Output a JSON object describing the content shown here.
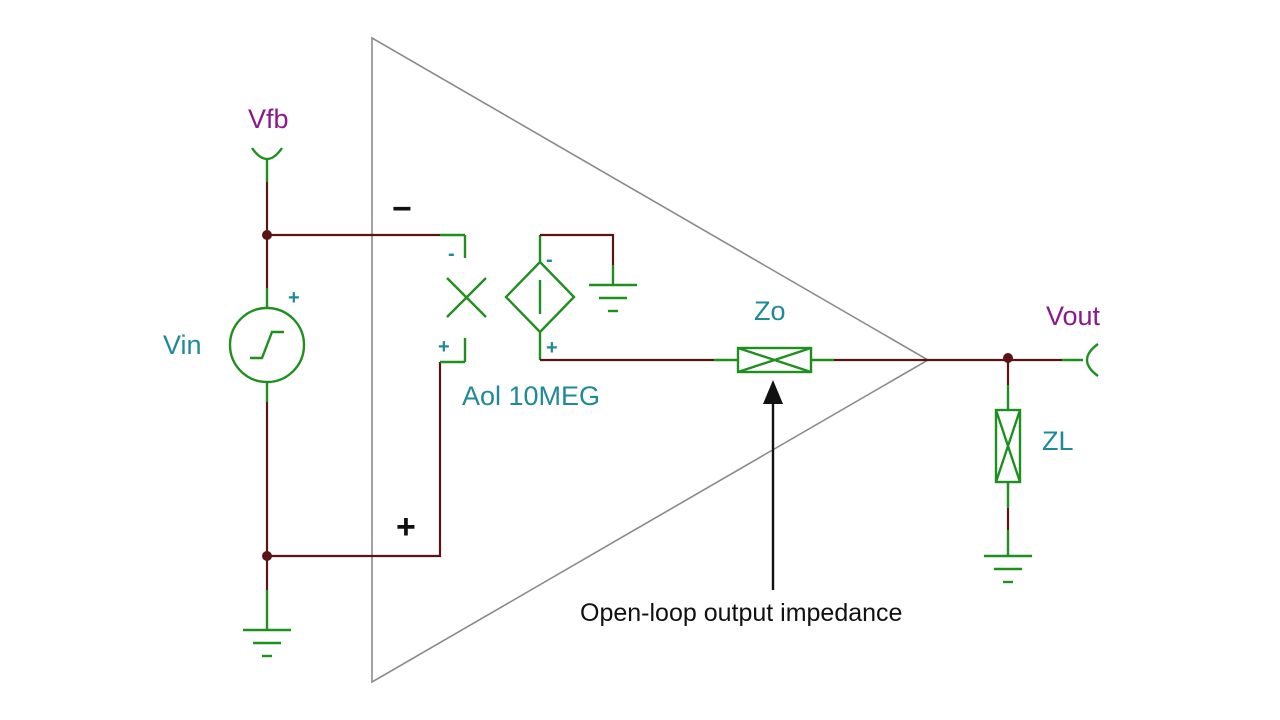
{
  "labels": {
    "vfb": "Vfb",
    "vin": "Vin",
    "vout": "Vout",
    "zo": "Zo",
    "zl": "ZL",
    "aol": "Aol 10MEG",
    "inverting_sign": "−",
    "noninverting_sign": "+",
    "vin_plus": "+",
    "aol_in_minus": "-",
    "aol_in_plus": "+",
    "aol_out_minus": "-",
    "aol_out_plus": "+",
    "annotation": "Open-loop output impedance"
  },
  "colors": {
    "wire": "#5a1414",
    "component": "#1f8f1f",
    "label": "#1f8a97",
    "net_label": "#8a1a8a",
    "triangle": "#8a8a8a"
  }
}
